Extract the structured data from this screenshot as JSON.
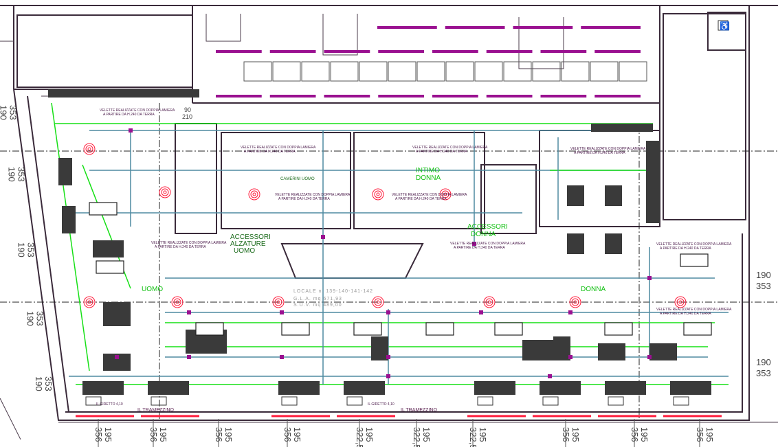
{
  "title": "Floor plan - retail store",
  "labels": {
    "uomo": "UOMO",
    "donna": "DONNA",
    "intimo_donna": [
      "INTIMO",
      "DONNA"
    ],
    "accessori_uomo": [
      "ACCESSORI",
      "ALZATURE",
      "UOMO"
    ],
    "accessori_donna": [
      "ACCESSORI",
      "DONNA"
    ],
    "camerini_uomo": "CAMERINI UOMO",
    "velette": [
      "VELETTE REALIZZATE CON DOPPIA LAMIERA",
      "A PARTIRE DA H.240 DA TERRA"
    ],
    "locale": "LOCALE    n.  139-140-141-142",
    "gla": "G.L.A.       mq  671,93",
    "suv": "S.U.V.       mq  489,00",
    "tramezzino": "IL TRAMEZZINO",
    "giretto": "IL GIRETTO 4,10",
    "door_dim": [
      "90",
      "210"
    ]
  },
  "dimensions": {
    "left": [
      [
        "353",
        "190"
      ],
      [
        "353",
        "190"
      ],
      [
        "353",
        "190"
      ],
      [
        "353",
        "190"
      ],
      [
        "353",
        "190"
      ]
    ],
    "right": [
      [
        "190",
        "353"
      ],
      [
        "190",
        "353"
      ]
    ],
    "bottom": [
      [
        "356",
        "195"
      ],
      [
        "356",
        "195"
      ],
      [
        "356",
        "195"
      ],
      [
        "356",
        "195"
      ],
      [
        "322,5",
        "195"
      ],
      [
        "322,5",
        "195"
      ],
      [
        "322,5",
        "195"
      ],
      [
        "356",
        "195"
      ],
      [
        "356",
        "195"
      ],
      [
        "356",
        "195"
      ]
    ]
  },
  "icons": [
    "wheelchair-icon",
    "sprinkler-icon",
    "display-table-icon",
    "mannequin-icon"
  ],
  "colors": {
    "wall": "#3a2a3a",
    "pipe": "#4f8aa0",
    "green": "#16e016",
    "red": "#ff1a3a",
    "magenta": "#9a1090",
    "shelf": "#3a3a3a"
  }
}
